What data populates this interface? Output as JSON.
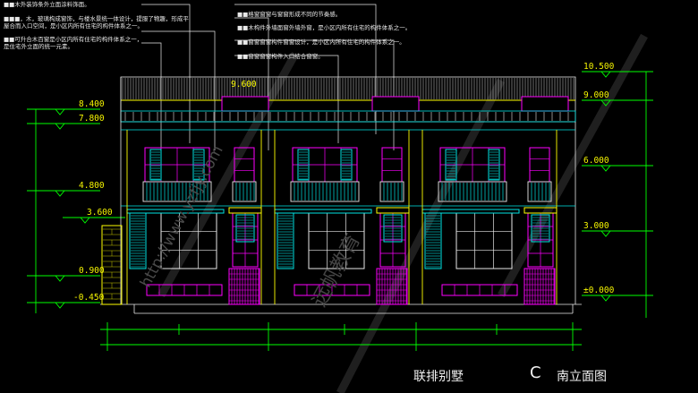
{
  "drawing": {
    "title": "联排别墅",
    "view_letter": "C",
    "view_name": "南立面图"
  },
  "notes_left": [
    "■■木外装饰条外立面涂料饰面。",
    "■■■，木，玻璃构成窗饰，与楼水景统一体设计，提服了物趣，形成平",
    "屋合而入口空间，是小区内所有住宅的构件体系之一。",
    "■■可升合木百窗是小区内所有住宅的构件体系之一，",
    "是住宅外立面的统一元素。"
  ],
  "notes_right": [
    "■■格窗窗窗与窗窗形成不同的节奏感。",
    "■■木构件外墙面窗外墙外窗，是小区内所有住宅的构件体系之一。",
    "■■窗窗窗窗构件窗窗设计，是小区内所有住宅的构件体系之一。",
    "■■窗窗窗窗构件入口结合窗窗。"
  ],
  "levels_left": [
    "8.400",
    "7.800",
    "4.800",
    "3.600",
    "0.900",
    "-0.450"
  ],
  "levels_right": [
    "10.500",
    "9.000",
    "6.000",
    "3.000",
    "±0.000"
  ],
  "roof_level": "9.600",
  "watermark": [
    "http://www.yzfjy.com",
    "远帆教育"
  ],
  "colors": {
    "background": "#000000",
    "level_text": "#f5f500",
    "dim_green": "#00ff00",
    "cyan": "#00e5e5",
    "magenta": "#ff00ff",
    "yellow": "#ffff00",
    "white": "#e8e8e8"
  }
}
